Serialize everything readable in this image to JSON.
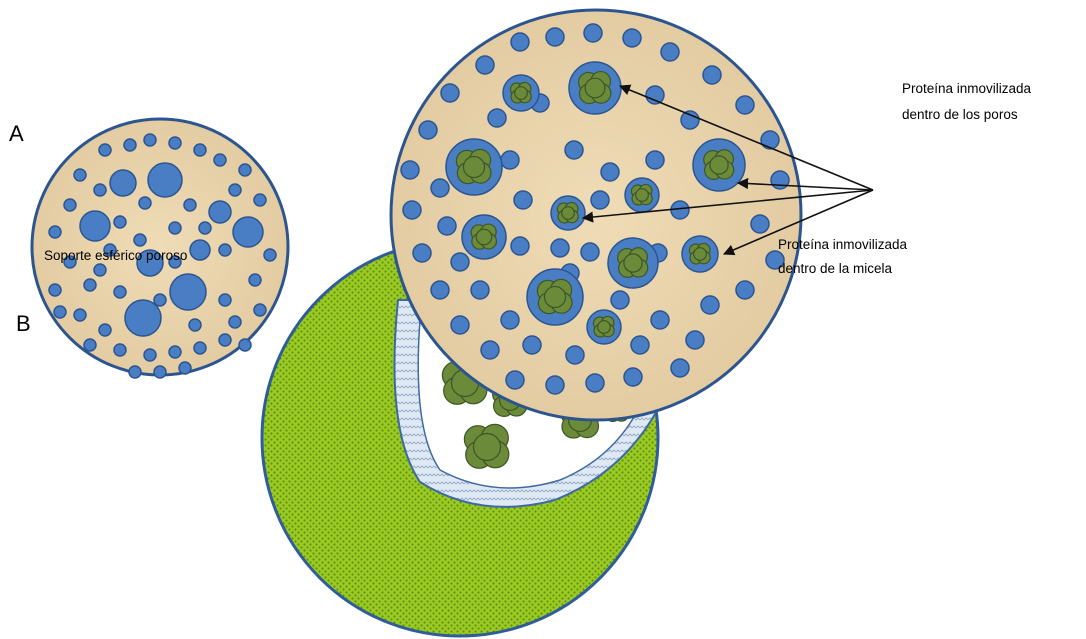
{
  "labels": {
    "a": "A",
    "b": "B",
    "support": "Soporte esférico poroso",
    "protein_pores_line1": "Proteína  inmovilizada",
    "protein_pores_line2": "dentro de los poros",
    "protein_micelle_line1": "Proteína  inmovilizada",
    "protein_micelle_line2": "dentro de la micela"
  },
  "colors": {
    "beige": "#e8d3a9",
    "pore_blue": "#4a7ec4",
    "pore_outline": "#2c5590",
    "protein_green": "#6b8a3a",
    "protein_outline": "#3d5624",
    "sphere_green": "#8dc21f",
    "shell_light": "#d4e0ee"
  }
}
